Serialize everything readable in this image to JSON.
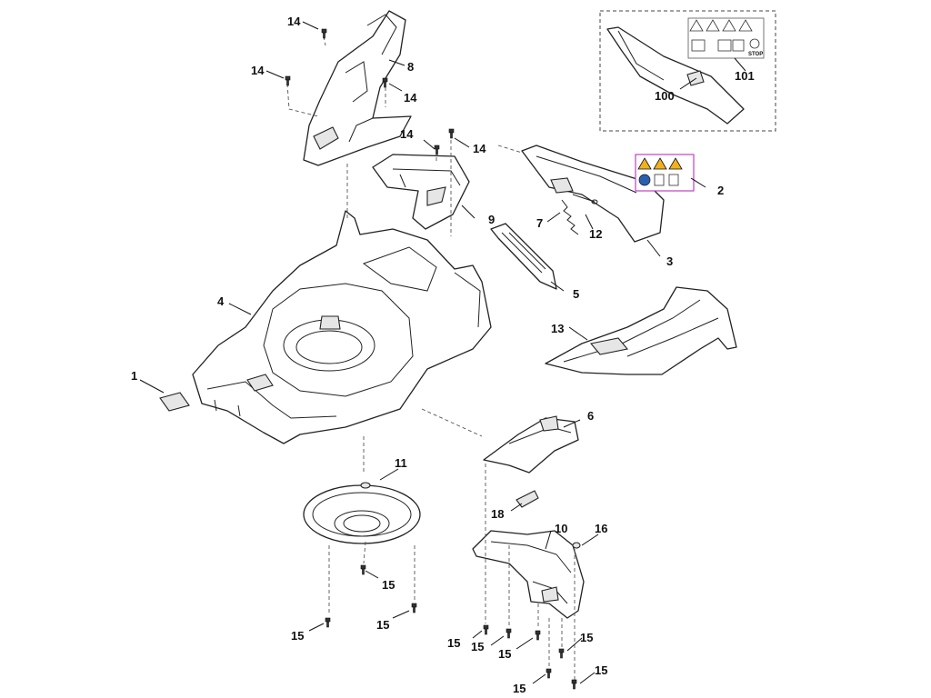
{
  "labels": {
    "p1": "1",
    "p2": "2",
    "p3": "3",
    "p4": "4",
    "p5": "5",
    "p6": "6",
    "p7": "7",
    "p8": "8",
    "p9": "9",
    "p10": "10",
    "p11": "11",
    "p12": "12",
    "p13": "13",
    "p14": "14",
    "p15": "15",
    "p16": "16",
    "p18": "18",
    "p100": "100",
    "p101": "101"
  },
  "decal_text": {
    "stop": "STOP"
  },
  "colors": {
    "warning_yellow": "#f2b01e",
    "instruction_blue": "#2a5fb0",
    "decal_border": "#c040c0"
  }
}
